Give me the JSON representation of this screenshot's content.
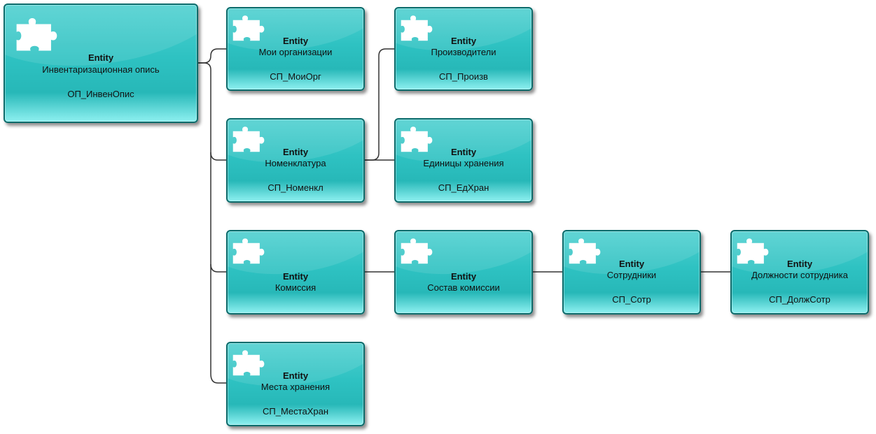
{
  "nodes": [
    {
      "id": "invopis",
      "kind": "Entity",
      "name": "Инвентаризационная опись",
      "code": "ОП_ИнвенОпис"
    },
    {
      "id": "moiorg",
      "kind": "Entity",
      "name": "Мои организации",
      "code": "СП_МоиОрг"
    },
    {
      "id": "proizv",
      "kind": "Entity",
      "name": "Производители",
      "code": "СП_Произв"
    },
    {
      "id": "nomenkl",
      "kind": "Entity",
      "name": "Номенклатура",
      "code": "СП_Номенкл"
    },
    {
      "id": "edhran",
      "kind": "Entity",
      "name": "Единицы хранения",
      "code": "СП_ЕдХран"
    },
    {
      "id": "komissiya",
      "kind": "Entity",
      "name": "Комиссия",
      "code": ""
    },
    {
      "id": "sostav",
      "kind": "Entity",
      "name": "Состав комиссии",
      "code": ""
    },
    {
      "id": "sotr",
      "kind": "Entity",
      "name": "Сотрудники",
      "code": "СП_Сотр"
    },
    {
      "id": "dolzh",
      "kind": "Entity",
      "name": "Должности сотрудника",
      "code": "СП_ДолжСотр"
    },
    {
      "id": "mesta",
      "kind": "Entity",
      "name": "Места хранения",
      "code": "СП_МестаХран"
    }
  ],
  "edges": [
    [
      "invopis",
      "moiorg"
    ],
    [
      "invopis",
      "nomenkl"
    ],
    [
      "invopis",
      "komissiya"
    ],
    [
      "invopis",
      "mesta"
    ],
    [
      "nomenkl",
      "proizv"
    ],
    [
      "nomenkl",
      "edhran"
    ],
    [
      "komissiya",
      "sostav"
    ],
    [
      "sostav",
      "sotr"
    ],
    [
      "sotr",
      "dolzh"
    ]
  ],
  "colors": {
    "node_fill": "#2ec2c2",
    "node_border": "#0b6b6b",
    "connector": "#333333"
  },
  "icons": {
    "node_icon": "puzzle-piece-icon"
  }
}
